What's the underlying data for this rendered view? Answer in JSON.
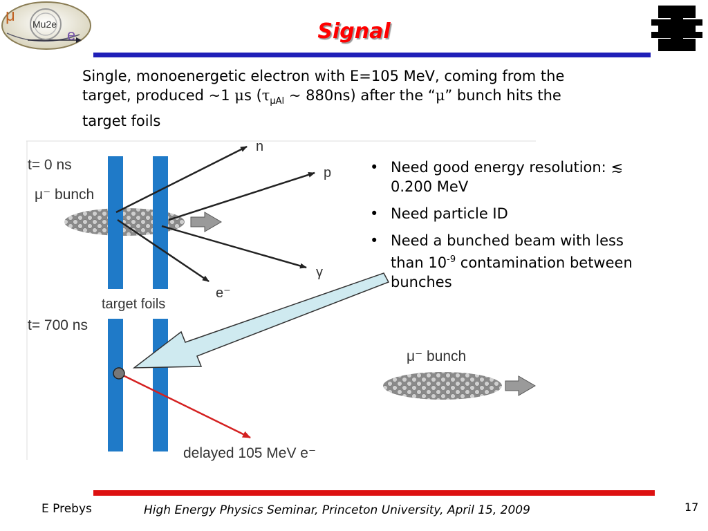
{
  "slide": {
    "title": "Signal",
    "intro": {
      "part1": "Single, monoenergetic electron with E=105 MeV, coming from the target, produced ~1 ",
      "mu": "μ",
      "part2": "s (",
      "tau": "τ",
      "tau_sub": "μAl",
      "part3": " ~ 880ns) after the “",
      "mu2": "μ",
      "part4": "” bunch hits the target foils"
    },
    "bullets": {
      "b1_a": "Need good energy resolution: ",
      "b1_sym": "≲",
      "b1_b": " 0.200 MeV",
      "b2": "Need particle ID",
      "b3_a": "Need a bunched beam with less than 10",
      "b3_sup": "-9",
      "b3_b": " contamination between bunches"
    },
    "bullet_char": "•"
  },
  "diagram": {
    "t0": "t= 0 ns",
    "t700": "t= 700 ns",
    "mu_bunch": "μ⁻ bunch",
    "mu_bunch_right": "μ⁻ bunch",
    "target_foils": "target foils",
    "n": "n",
    "p": "p",
    "gamma": "γ",
    "e_minus": "e⁻",
    "delayed": "delayed 105 MeV e⁻"
  },
  "logo": {
    "mu": "μ",
    "name": "Mu2e",
    "e": "e"
  },
  "footer": {
    "author": "E Prebys",
    "venue": "High Energy Physics Seminar, Princeton University, April 15, 2009",
    "page": "17"
  },
  "colors": {
    "title": "#ff0000",
    "title_rule": "#1f1fb8",
    "footer_rule": "#dd1111",
    "foil": "#1f7ac8",
    "delayed_track": "#d42020",
    "callout_arrow": "#cfeaf0"
  }
}
